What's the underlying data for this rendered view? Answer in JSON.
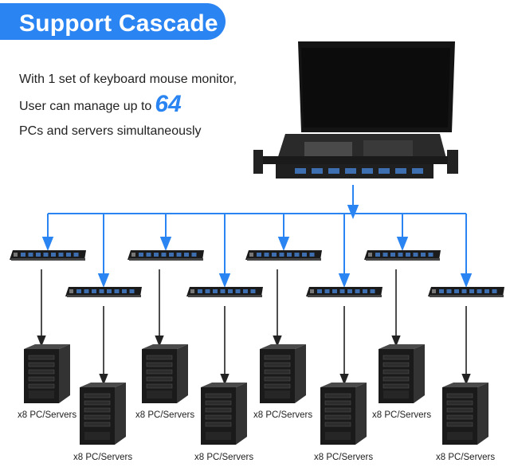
{
  "title": "Support Cascade",
  "intro": {
    "line1": "With 1 set of keyboard mouse monitor,",
    "line2_prefix": "User can manage up to",
    "line2_number": "64",
    "line3": "PCs and servers simultaneously"
  },
  "switch_label": "x8 PC/Servers",
  "colors": {
    "accent": "#2a84f2",
    "arrow_black": "#222222",
    "device_dark": "#1b1b1b"
  },
  "icons": [
    "console-kvm-icon",
    "kvm-switch-icon",
    "tower-server-icon"
  ]
}
